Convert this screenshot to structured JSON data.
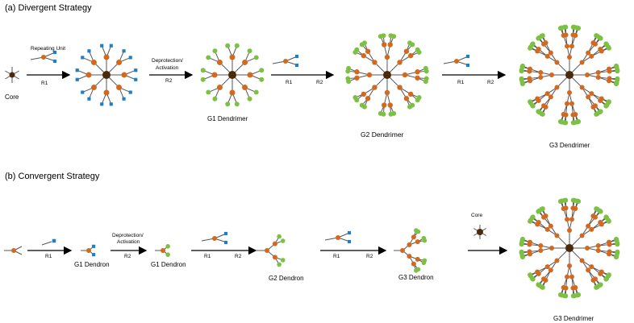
{
  "divergent": {
    "title": "(a) Divergent Strategy",
    "core_label": "Core",
    "repeating_unit_label": "Repeating Unit",
    "deprotection_label_line1": "Deprotection/",
    "deprotection_label_line2": "Activation",
    "r1": "R1",
    "r2": "R2",
    "g1_label": "G1 Dendrimer",
    "g2_label": "G2 Dendrimer",
    "g3_label": "G3 Dendrimer"
  },
  "convergent": {
    "title": "(b) Convergent Strategy",
    "r1": "R1",
    "r2": "R2",
    "deprotection_label_line1": "Deprotection/",
    "deprotection_label_line2": "Activation",
    "g1_dendron_label": "G1 Dendron",
    "g1_dendron_label_2": "G1 Dendron",
    "g2_dendron_label": "G2 Dendron",
    "g3_dendron_label": "G3 Dendron",
    "core_label": "Core",
    "g3_label": "G3 Dendrimer"
  },
  "colors": {
    "core": "#4a2a0a",
    "branch_node": "#d2691e",
    "protected_end": "#1f7fc4",
    "active_end": "#7cc142",
    "line": "#555555",
    "arrow": "#000000"
  }
}
